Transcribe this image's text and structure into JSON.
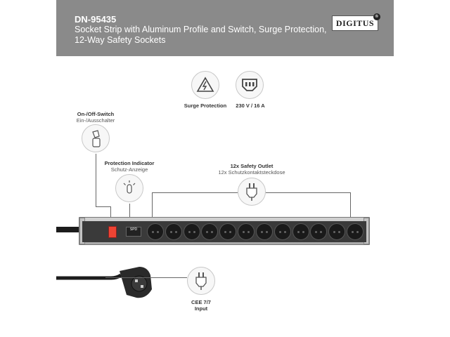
{
  "header": {
    "product_code": "DN-95435",
    "description": "Socket Strip with Aluminum Profile and Switch, Surge Protection, 12-Way Safety Sockets",
    "brand": "DIGITUS",
    "brand_mark": "®"
  },
  "features": {
    "surge": {
      "icon": "surge-protection-icon",
      "label": "Surge Protection"
    },
    "power": {
      "icon": "iec-power-inlet-icon",
      "label": "230 V / 16 A"
    }
  },
  "callouts": {
    "switch": {
      "title": "On-/Off-Switch",
      "subtitle": "Ein-/Ausschalter",
      "icon": "hand-switch-icon"
    },
    "indicator": {
      "title": "Protection Indicator",
      "subtitle": "Schutz-Anzeige",
      "icon": "indicator-lamp-icon"
    },
    "outlets": {
      "title": "12x Safety Outlet",
      "subtitle": "12x Schutzkontaktsteckdose",
      "icon": "schuko-plug-icon"
    },
    "input": {
      "line1": "CEE 7/7",
      "line2": "Input",
      "icon": "cee-plug-icon"
    }
  },
  "strip": {
    "spd_label": "SPD",
    "socket_count": 12
  },
  "colors": {
    "header_bg": "#8a8a8a",
    "switch_red": "#e43",
    "strip_dark": "#3a3a3a"
  }
}
